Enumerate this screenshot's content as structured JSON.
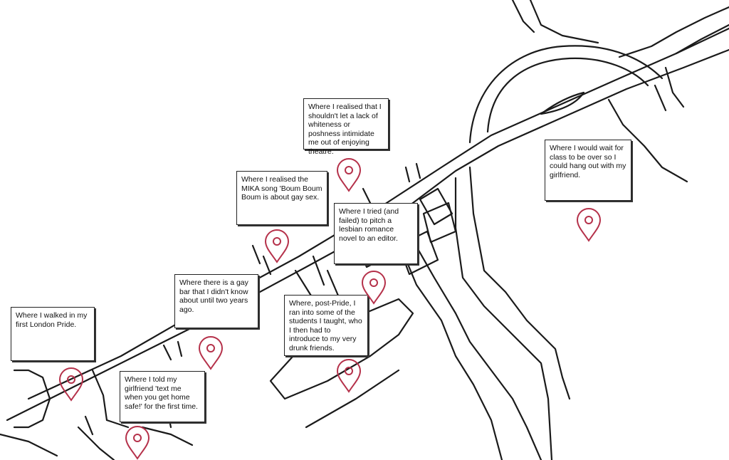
{
  "map": {
    "pin_color": "#b5314a",
    "road_color": "#1a1a1a",
    "notes": [
      {
        "id": "theatre",
        "text": "Where I realised that I shouldn't let a lack of whiteness or poshness intimidate me out of enjoying theatre."
      },
      {
        "id": "girlfriend-class",
        "text": "Where I would wait for class to be over so I could hang out with my girlfriend."
      },
      {
        "id": "mika",
        "text": "Where I realised the MIKA song 'Boum Boum Boum is about gay sex."
      },
      {
        "id": "novel",
        "text": "Where I tried (and failed) to pitch a lesbian romance novel to an editor."
      },
      {
        "id": "gay-bar",
        "text": "Where there is a gay bar that I didn't know about until two years ago."
      },
      {
        "id": "pride",
        "text": "Where I walked in my first London Pride."
      },
      {
        "id": "post-pride",
        "text": "Where, post-Pride, I ran into some of the students I taught, who I then had to introduce to my very drunk friends."
      },
      {
        "id": "text-me",
        "text": "Where I told my girlfriend 'text me when you get home safe!' for the first time."
      }
    ]
  }
}
